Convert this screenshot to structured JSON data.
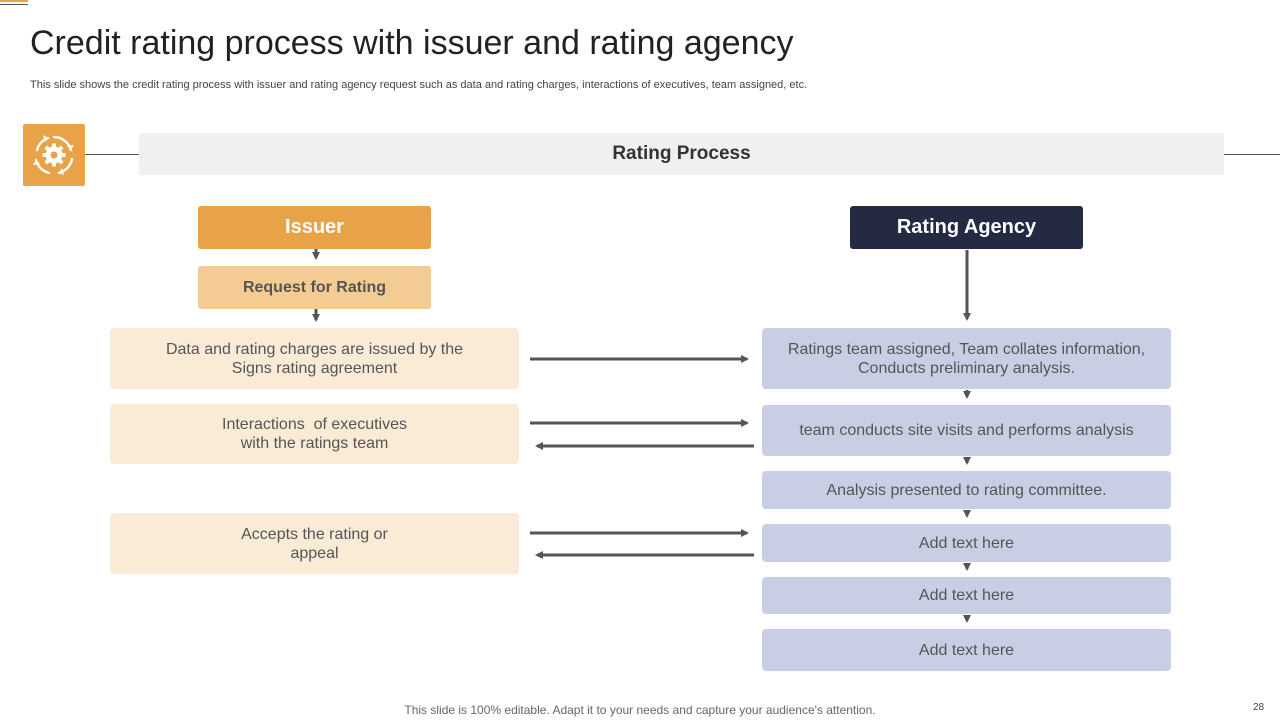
{
  "slide": {
    "title": "Credit rating process with issuer and rating agency",
    "subtitle": "This slide shows the credit rating process with issuer and rating agency request such as data and rating charges, interactions of executives, team assigned, etc.",
    "footer": "This slide is 100% editable. Adapt it to your needs and capture your audience's attention.",
    "page_number": "28"
  },
  "diagram": {
    "banner": "Rating Process",
    "issuer": {
      "header": "Issuer",
      "request": "Request for Rating",
      "steps": [
        "Data and rating charges are issued by the Signs rating agreement",
        "Interactions  of executives with the ratings team",
        "Accepts the rating or appeal"
      ]
    },
    "agency": {
      "header": "Rating Agency",
      "steps": [
        "Ratings team assigned, Team collates information, Conducts preliminary analysis.",
        "team conducts site visits and performs analysis",
        "Analysis presented to rating committee.",
        "Add text here",
        "Add text here",
        "Add text here"
      ]
    }
  },
  "colors": {
    "accent_orange": "#E8A349",
    "light_orange": "#F4CC93",
    "cream": "#FAEBD7",
    "navy": "#232A42",
    "lavender": "#C9CEE5",
    "banner_gray": "#F0F0F0",
    "arrow_gray": "#555555"
  },
  "icons": {
    "process_icon": "gear-cycle-icon"
  }
}
